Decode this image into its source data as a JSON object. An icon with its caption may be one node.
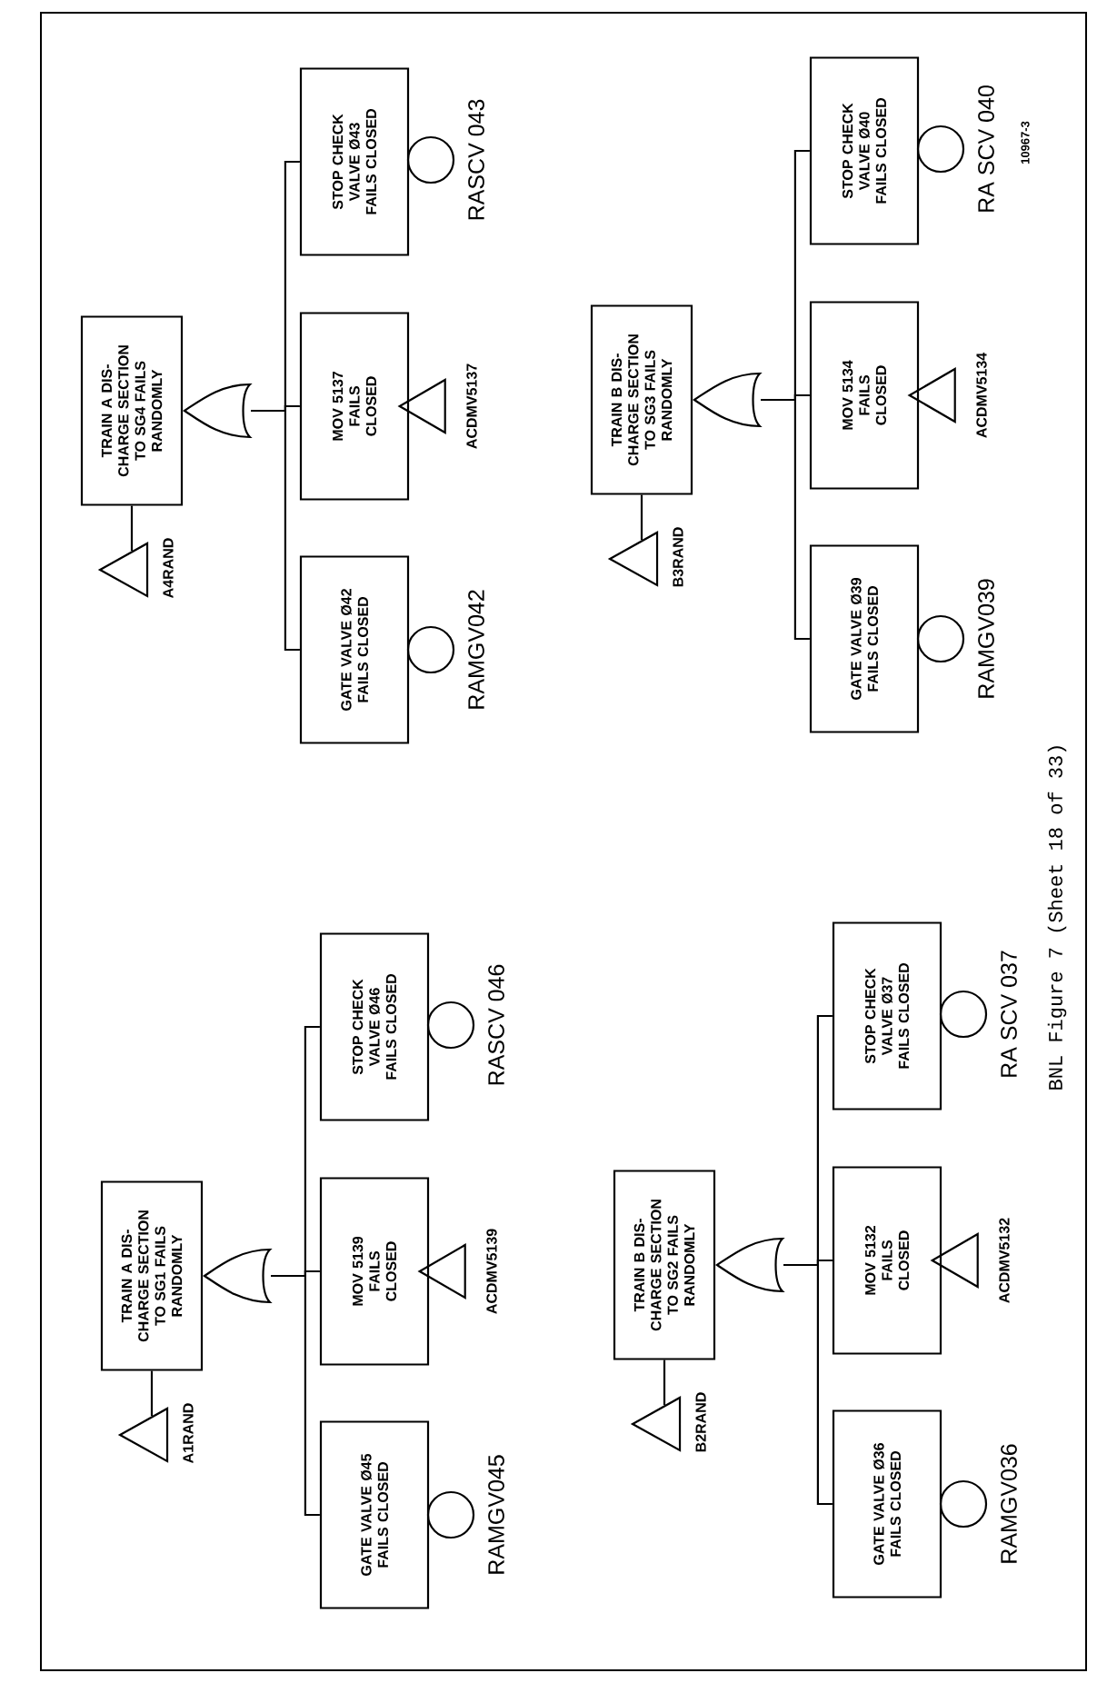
{
  "diagram": {
    "caption": "BNL Figure 7 (Sheet 18 of 33)",
    "nodes": [
      {
        "text": [
          "TRAIN A DIS- CHARGE SECTION TO SG1 FAILS RANDOMLY"
        ]
      },
      {
        "text": [],
        "shape": "gate"
      },
      {
        "text": [],
        "shape": "triangle",
        "beside": [
          "A1RAND"
        ]
      },
      {
        "text": [
          "GATE VALVE Ø45 FAILS CLOSED"
        ]
      },
      {
        "text": [],
        "shape": "circle",
        "beside": [
          "RAMGV045"
        ]
      },
      {
        "text": [
          "MOV 5139 FAILS CLOSED"
        ]
      },
      {
        "text": [],
        "shape": "triangle",
        "beside": [
          "ACDMV5139"
        ]
      },
      {
        "text": [
          "STOP CHECK VALVE Ø46 FAILS CLOSED"
        ]
      },
      {
        "text": [],
        "shape": "circle",
        "beside": [
          "RASCV 046"
        ]
      },
      {
        "text": [
          "TRAIN A DIS- CHARGE SECTION TO SG4 FAILS RANDOMLY"
        ]
      },
      {
        "text": [],
        "shape": "gate"
      },
      {
        "text": [],
        "shape": "triangle",
        "beside": [
          "A4RAND"
        ]
      },
      {
        "text": [
          "GATE VALVE Ø42 FAILS CLOSED"
        ]
      },
      {
        "text": [],
        "shape": "circle",
        "beside": [
          "RAMGV042"
        ]
      },
      {
        "text": [
          "MOV 5137 FAILS CLOSED"
        ]
      },
      {
        "text": [],
        "shape": "triangle",
        "beside": [
          "ACDMV5137"
        ]
      },
      {
        "text": [
          "STOP CHECK VALVE Ø43 FAILS CLOSED"
        ]
      },
      {
        "text": [],
        "shape": "circle",
        "beside": [
          "RASCV 043"
        ]
      },
      {
        "text": [
          "TRAIN B DIS- CHARGE SECTION TO SG2 FAILS RANDOMLY"
        ]
      },
      {
        "text": [],
        "shape": "gate"
      },
      {
        "text": [],
        "shape": "triangle",
        "beside": [
          "B2RAND"
        ]
      },
      {
        "text": [
          "GATE VALVE Ø36 FAILS CLOSED"
        ]
      },
      {
        "text": [],
        "shape": "circle",
        "beside": [
          "RAMGV036"
        ]
      },
      {
        "text": [
          "MOV 5132 FAILS CLOSED"
        ]
      },
      {
        "text": [],
        "shape": "triangle",
        "beside": [
          "ACDMV5132"
        ]
      },
      {
        "text": [
          "STOP CHECK VALVE Ø37 FAILS CLOSED"
        ]
      },
      {
        "text": [],
        "shape": "circle",
        "beside": [
          "RA SCV 037"
        ]
      },
      {
        "text": [
          "TRAIN B DIS- CHARGE SECTION TO SG3 FAILS RANDOMLY"
        ]
      },
      {
        "text": [],
        "shape": "gate"
      },
      {
        "text": [],
        "shape": "triangle",
        "beside": [
          "B3RAND"
        ]
      },
      {
        "text": [
          "GATE VALVE Ø39 FAILS CLOSED"
        ]
      },
      {
        "text": [],
        "shape": "circle",
        "beside": [
          "RAMGV039"
        ]
      },
      {
        "text": [
          "MOV 5134 FAILS CLOSED"
        ]
      },
      {
        "text": [],
        "shape": "triangle",
        "beside": [
          "ACDMV5134"
        ]
      },
      {
        "text": [
          "STOP CHECK VALVE Ø40 FAILS CLOSED"
        ]
      },
      {
        "text": [],
        "shape": "circle",
        "beside": [
          "RA SCV 040"
        ]
      }
    ],
    "edges": [
      {
        "from": 2,
        "to": 0,
        "arrow": "none"
      },
      {
        "from": 3,
        "to": 1,
        "arrow": "none"
      },
      {
        "from": 5,
        "to": 1,
        "arrow": "none"
      },
      {
        "from": 7,
        "to": 1,
        "arrow": "none"
      },
      {
        "from": 11,
        "to": 9,
        "arrow": "none"
      },
      {
        "from": 12,
        "to": 10,
        "arrow": "none"
      },
      {
        "from": 14,
        "to": 10,
        "arrow": "none"
      },
      {
        "from": 16,
        "to": 10,
        "arrow": "none"
      },
      {
        "from": 20,
        "to": 18,
        "arrow": "none"
      },
      {
        "from": 21,
        "to": 19,
        "arrow": "none"
      },
      {
        "from": 23,
        "to": 19,
        "arrow": "none"
      },
      {
        "from": 25,
        "to": 19,
        "arrow": "none"
      },
      {
        "from": 29,
        "to": 27,
        "arrow": "none"
      },
      {
        "from": 30,
        "to": 28,
        "arrow": "none"
      },
      {
        "from": 32,
        "to": 28,
        "arrow": "none"
      },
      {
        "from": 34,
        "to": 28,
        "arrow": "none"
      }
    ],
    "labels": [
      "10967-3"
    ]
  }
}
